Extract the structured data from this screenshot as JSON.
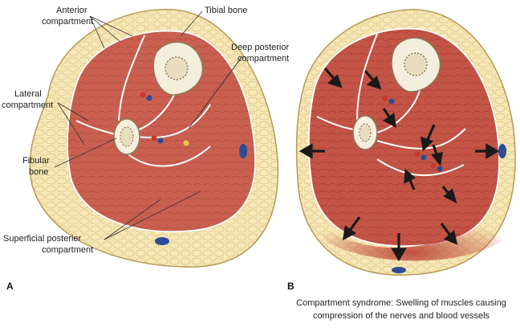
{
  "labels": {
    "anterior_1": "Anterior",
    "anterior_2": "compartment",
    "tibial": "Tibial bone",
    "deep_1": "Deep posterior",
    "deep_2": "compartment",
    "lateral_1": "Lateral",
    "lateral_2": "compartment",
    "fibular_1": "Fibular",
    "fibular_2": "bone",
    "superficial_1": "Superficial posterier",
    "superficial_2": "compartment"
  },
  "panels": {
    "a": "A",
    "b": "B"
  },
  "caption": {
    "line1": "Compartment syndrome: Swelling of muscles causing",
    "line2": "compression of the nerves and blood vessels"
  },
  "colors": {
    "skin": "#f2dca0",
    "fat": "#f6e6b4",
    "muscle": "#c85a4c",
    "bone": "#f5efdf",
    "vein": "#2d4b96",
    "arrow": "#1a1a1a"
  }
}
